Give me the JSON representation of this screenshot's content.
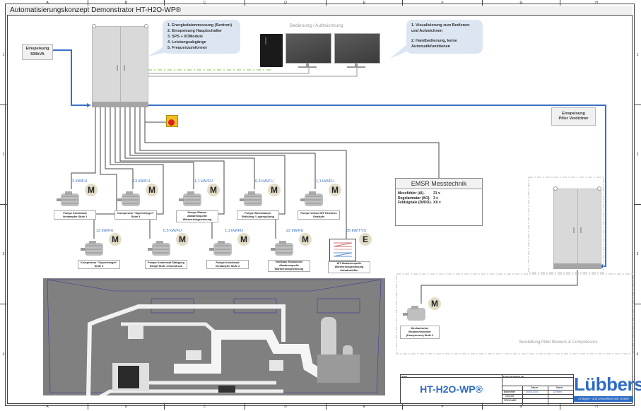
{
  "sheet": {
    "title": "Automatisierungskonzept Demonstrator HT-H2O-WP®",
    "columns": [
      "A",
      "B",
      "C",
      "D",
      "E",
      "F",
      "G",
      "H"
    ],
    "rows": [
      "1",
      "2",
      "3",
      "4"
    ]
  },
  "supply_main": {
    "label": "Einspeisung\n500kVA"
  },
  "supply_piller": {
    "label": "Einspeisung\nPiller Verdichter"
  },
  "cabinet_bubble": {
    "items": [
      "1. Energiedatenmessung (Sentron)",
      "2. Einspeisung Hauptschalter",
      "3. SPS + I/OModule",
      "4. Leistungsabgänge",
      "5. Frequenzumformer"
    ]
  },
  "operation": {
    "heading": "Bedienung / Aufzeichnung",
    "bubble_items": [
      "1. Visualisierung zum Bedienen und Aufzeichnen",
      "2. Handbedienung, keine Automatikfunktionen"
    ]
  },
  "consumers_row1": [
    {
      "power": "3 kW/FU",
      "symbol": "M",
      "label": "Pumpe Kondensat\nVerdampfer Stufe 1"
    },
    {
      "power": "13 kW/FU",
      "symbol": "M",
      "label": "Kompressor \"Supercharger\"\nStufe 4"
    },
    {
      "power": "1,1 kW/FU",
      "symbol": "M",
      "label": "Pumpe Wasser\nAbwärmequelle\nWärmerückgewinnung"
    },
    {
      "power": "0,3 kW/FU",
      "symbol": "M",
      "label": "Pumpe Weichwasser\nBefüllung / Lagerspülung"
    },
    {
      "power": "1,1 kW/FU",
      "symbol": "M",
      "label": "Pumpe Vorlauf WT Heizkreis\nGebäude"
    }
  ],
  "consumers_row2": [
    {
      "power": "13 kW/FU",
      "symbol": "M",
      "label": "Kompressor \"Supercharger\"\nStufe 3"
    },
    {
      "power": "0,5 kW/FU",
      "symbol": "M",
      "label": "Pumpe Kondensat Sättigung\nDampf Stufe 4 Hochdruck"
    },
    {
      "power": "1,1 kW/FU",
      "symbol": "M",
      "label": "Pumpe Kondensat\nVerdampfer Stufe 2"
    },
    {
      "power": "22 kW/FU",
      "symbol": "M",
      "label": "Ventilator Rückkühler\nAbwärmequelle\nWärmerückgewinnung"
    },
    {
      "power": "35 kW/TYS",
      "symbol": "E",
      "label": "WT Abwärmequelle\nWärmerückgewinnung\nAufwärmlüfter"
    }
  ],
  "emsr": {
    "title": "EMSR Messtechnik",
    "rows": [
      {
        "key": "Messfühler (AI)-",
        "value": "21 x"
      },
      {
        "key": "Regelarmatur (AO)-",
        "value": "3 x"
      },
      {
        "key": "Feldsignale (DI/DO)-",
        "value": "XX x"
      }
    ]
  },
  "piller": {
    "area_label": "Beistellung Piller Blowers & Compressors",
    "motor": {
      "symbol": "M",
      "label": "Mechanischer\nBrüdenverdichter\n(Kompressor) Stufe 2"
    }
  },
  "title_block": {
    "titel_label": "Titel",
    "title": "HT-H2O-WP®",
    "doc_label": "Dokumenten Nr.",
    "col_datum": "Datum",
    "col_name": "Name",
    "row_bearbeiter": "Bearbeiter",
    "row_geprueft": "Geprüft",
    "row_freigabe": "FREIGABE",
    "datum_value": "15.06.2024",
    "name_value": "D.Hahn",
    "logo": "Lübbers",
    "logo_sub": "Anlagen- und Umwelttechnik GmbH"
  },
  "colors": {
    "power_line": "#3a6fc4",
    "bus_line": "#7fc241",
    "bubble": "#dce6f2",
    "cabinet": "#d9d9d9"
  }
}
